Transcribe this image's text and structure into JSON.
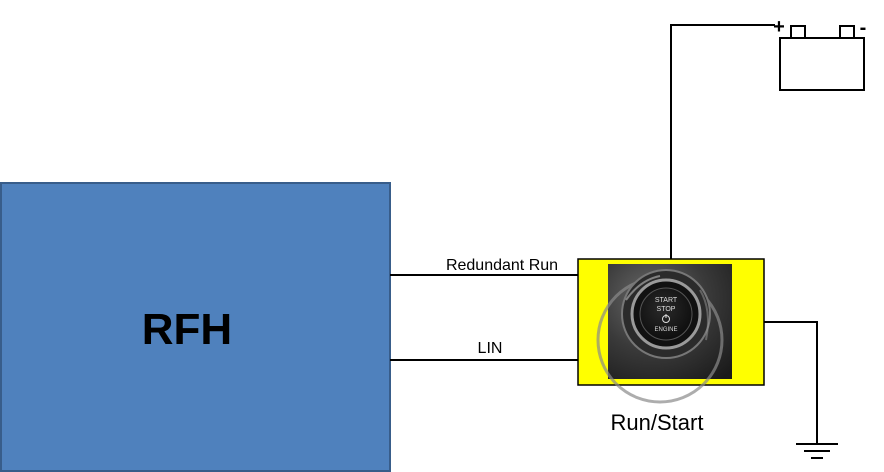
{
  "blocks": {
    "rfh": {
      "label": "RFH",
      "fill": "#4f81bd",
      "stroke": "#385d8a"
    },
    "switch": {
      "label": "Run/Start",
      "fill": "#ffff00",
      "stroke": "#000000"
    }
  },
  "button_face": {
    "line1": "START",
    "line2": "STOP",
    "line3": "ENGINE"
  },
  "wires": {
    "redundant_run": "Redundant Run",
    "lin": "LIN"
  },
  "battery": {
    "plus": "+",
    "minus": "-"
  }
}
